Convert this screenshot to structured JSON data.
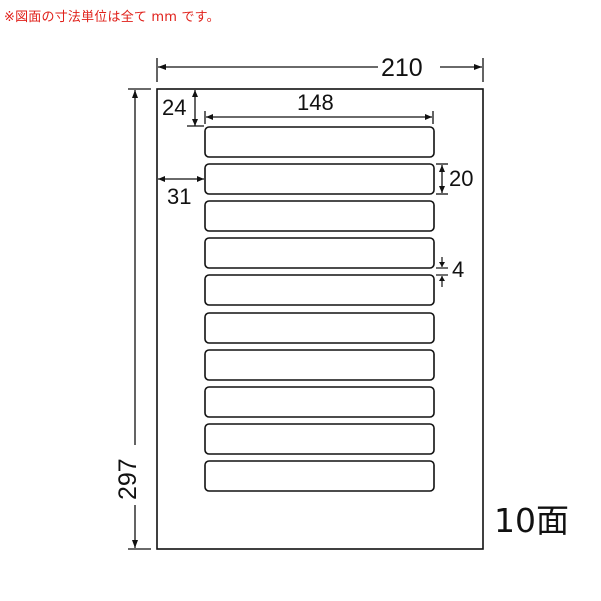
{
  "note": "※図面の寸法単位は全て mm です。",
  "sheet": {
    "width_label": "210",
    "height_label": "297",
    "top_margin_label": "24",
    "left_margin_label": "31",
    "label_width_label": "148",
    "label_height_label": "20",
    "gap_label": "4",
    "count_label": "10面"
  },
  "labels": {
    "count": 10,
    "width_mm": 148,
    "height_mm": 20,
    "gap_mm": 4,
    "top_margin_mm": 24,
    "left_margin_mm": 31
  },
  "colors": {
    "note": "#e0201a",
    "line": "#111111"
  }
}
